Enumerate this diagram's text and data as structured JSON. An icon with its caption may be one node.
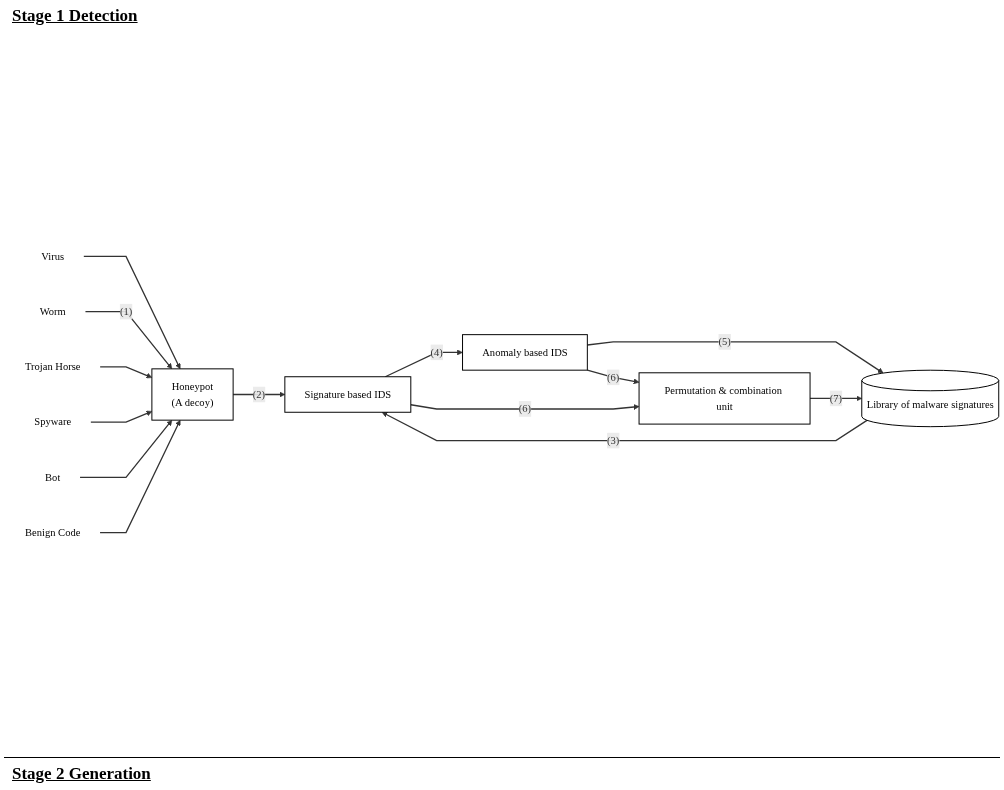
{
  "diagram": {
    "nodes": [
      {
        "text": [
          "Virus"
        ]
      },
      {
        "text": [
          "Worm"
        ]
      },
      {
        "text": [
          "Trojan Horse"
        ]
      },
      {
        "text": [
          "Spyware"
        ]
      },
      {
        "text": [
          "Bot"
        ]
      },
      {
        "text": [
          "Benign Code"
        ]
      },
      {
        "text": [
          "Honeypot",
          "(A decoy)"
        ]
      },
      {
        "text": [
          "Signature based IDS"
        ]
      },
      {
        "text": [
          "Anomaly based IDS"
        ]
      },
      {
        "text": [
          "Library of malware signatures"
        ]
      },
      {
        "text": [
          "Permutation & combination unit"
        ]
      }
    ],
    "edges": [
      {
        "from": 0,
        "to": 6,
        "arrow": "to"
      },
      {
        "from": 1,
        "to": 6,
        "arrow": "to",
        "label": "(1)"
      },
      {
        "from": 2,
        "to": 6,
        "arrow": "to"
      },
      {
        "from": 3,
        "to": 6,
        "arrow": "to"
      },
      {
        "from": 4,
        "to": 6,
        "arrow": "to"
      },
      {
        "from": 5,
        "to": 6,
        "arrow": "to"
      },
      {
        "from": 6,
        "to": 7,
        "arrow": "to",
        "label": "(2)"
      },
      {
        "from": 9,
        "to": 7,
        "arrow": "to",
        "label": "(3)"
      },
      {
        "from": 7,
        "to": 8,
        "arrow": "to",
        "label": "(4)"
      },
      {
        "from": 8,
        "to": 9,
        "arrow": "to",
        "label": "(5)"
      },
      {
        "from": 7,
        "to": 10,
        "arrow": "to",
        "label": "(6)"
      },
      {
        "from": 8,
        "to": 10,
        "arrow": "to",
        "label": "(6)"
      },
      {
        "from": 10,
        "to": 9,
        "arrow": "to",
        "label": "(7)"
      }
    ],
    "labels": [
      "Stage 1 Detection",
      "Stage 2 Generation"
    ]
  }
}
